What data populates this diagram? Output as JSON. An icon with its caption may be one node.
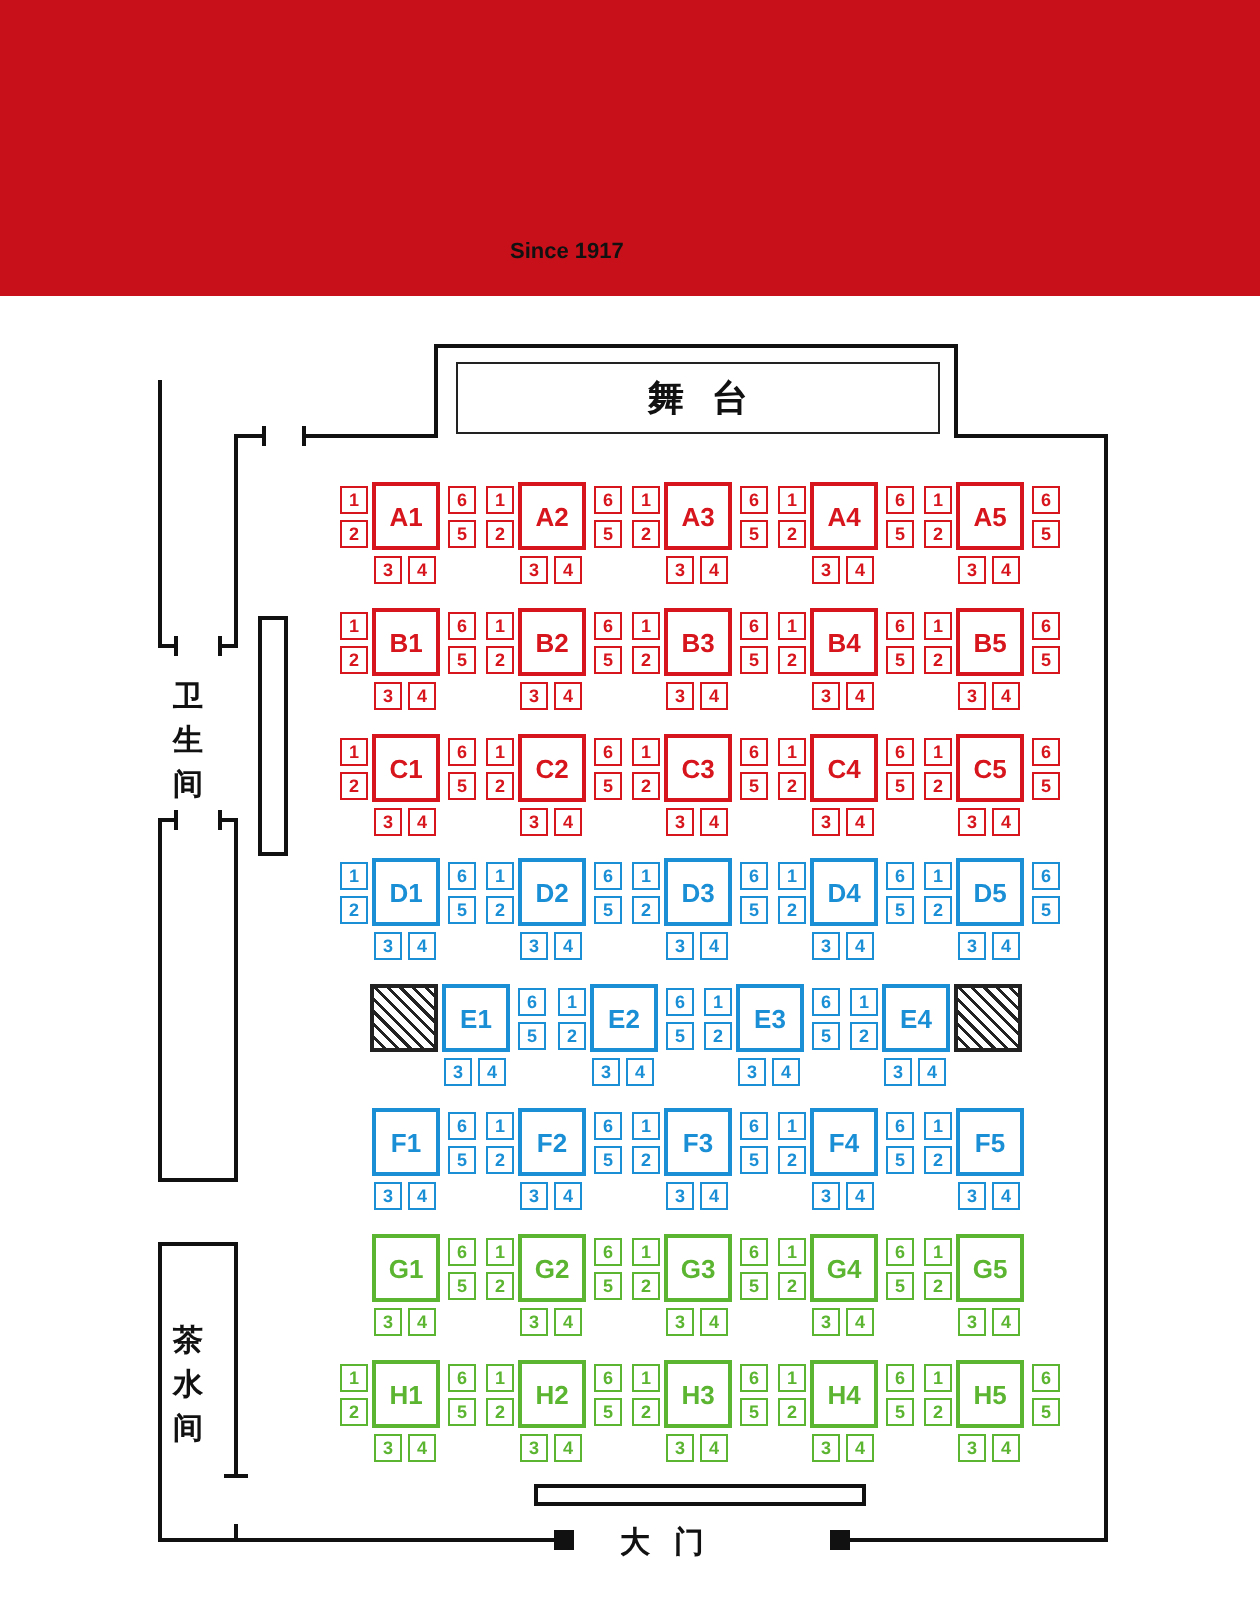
{
  "diagram": {
    "nodes": [
      {
        "text": [
          "舞台"
        ]
      },
      {
        "text": [
          "A1"
        ]
      },
      {
        "text": [
          "1"
        ]
      },
      {
        "text": [
          "2"
        ]
      },
      {
        "text": [
          "6"
        ]
      },
      {
        "text": [
          "5"
        ]
      },
      {
        "text": [
          "3"
        ]
      },
      {
        "text": [
          "4"
        ]
      },
      {
        "text": [
          "A2"
        ]
      },
      {
        "text": [
          "1"
        ]
      },
      {
        "text": [
          "2"
        ]
      },
      {
        "text": [
          "6"
        ]
      },
      {
        "text": [
          "5"
        ]
      },
      {
        "text": [
          "3"
        ]
      },
      {
        "text": [
          "4"
        ]
      },
      {
        "text": [
          "A3"
        ]
      },
      {
        "text": [
          "1"
        ]
      },
      {
        "text": [
          "2"
        ]
      },
      {
        "text": [
          "6"
        ]
      },
      {
        "text": [
          "5"
        ]
      },
      {
        "text": [
          "3"
        ]
      },
      {
        "text": [
          "4"
        ]
      },
      {
        "text": [
          "A4"
        ]
      },
      {
        "text": [
          "1"
        ]
      },
      {
        "text": [
          "2"
        ]
      },
      {
        "text": [
          "6"
        ]
      },
      {
        "text": [
          "5"
        ]
      },
      {
        "text": [
          "3"
        ]
      },
      {
        "text": [
          "4"
        ]
      },
      {
        "text": [
          "A5"
        ]
      },
      {
        "text": [
          "1"
        ]
      },
      {
        "text": [
          "2"
        ]
      },
      {
        "text": [
          "6"
        ]
      },
      {
        "text": [
          "5"
        ]
      },
      {
        "text": [
          "3"
        ]
      },
      {
        "text": [
          "4"
        ]
      },
      {
        "text": [
          "B1"
        ]
      },
      {
        "text": [
          "1"
        ]
      },
      {
        "text": [
          "2"
        ]
      },
      {
        "text": [
          "6"
        ]
      },
      {
        "text": [
          "5"
        ]
      },
      {
        "text": [
          "3"
        ]
      },
      {
        "text": [
          "4"
        ]
      },
      {
        "text": [
          "B2"
        ]
      },
      {
        "text": [
          "1"
        ]
      },
      {
        "text": [
          "2"
        ]
      },
      {
        "text": [
          "6"
        ]
      },
      {
        "text": [
          "5"
        ]
      },
      {
        "text": [
          "3"
        ]
      },
      {
        "text": [
          "4"
        ]
      },
      {
        "text": [
          "B3"
        ]
      },
      {
        "text": [
          "1"
        ]
      },
      {
        "text": [
          "2"
        ]
      },
      {
        "text": [
          "6"
        ]
      },
      {
        "text": [
          "5"
        ]
      },
      {
        "text": [
          "3"
        ]
      },
      {
        "text": [
          "4"
        ]
      },
      {
        "text": [
          "B4"
        ]
      },
      {
        "text": [
          "1"
        ]
      },
      {
        "text": [
          "2"
        ]
      },
      {
        "text": [
          "6"
        ]
      },
      {
        "text": [
          "5"
        ]
      },
      {
        "text": [
          "3"
        ]
      },
      {
        "text": [
          "4"
        ]
      },
      {
        "text": [
          "B5"
        ]
      },
      {
        "text": [
          "1"
        ]
      },
      {
        "text": [
          "2"
        ]
      },
      {
        "text": [
          "6"
        ]
      },
      {
        "text": [
          "5"
        ]
      },
      {
        "text": [
          "3"
        ]
      },
      {
        "text": [
          "4"
        ]
      },
      {
        "text": [
          "C1"
        ]
      },
      {
        "text": [
          "1"
        ]
      },
      {
        "text": [
          "2"
        ]
      },
      {
        "text": [
          "6"
        ]
      },
      {
        "text": [
          "5"
        ]
      },
      {
        "text": [
          "3"
        ]
      },
      {
        "text": [
          "4"
        ]
      },
      {
        "text": [
          "C2"
        ]
      },
      {
        "text": [
          "1"
        ]
      },
      {
        "text": [
          "2"
        ]
      },
      {
        "text": [
          "6"
        ]
      },
      {
        "text": [
          "5"
        ]
      },
      {
        "text": [
          "3"
        ]
      },
      {
        "text": [
          "4"
        ]
      },
      {
        "text": [
          "C3"
        ]
      },
      {
        "text": [
          "1"
        ]
      },
      {
        "text": [
          "2"
        ]
      },
      {
        "text": [
          "6"
        ]
      },
      {
        "text": [
          "5"
        ]
      },
      {
        "text": [
          "3"
        ]
      },
      {
        "text": [
          "4"
        ]
      },
      {
        "text": [
          "C4"
        ]
      },
      {
        "text": [
          "1"
        ]
      },
      {
        "text": [
          "2"
        ]
      },
      {
        "text": [
          "6"
        ]
      },
      {
        "text": [
          "5"
        ]
      },
      {
        "text": [
          "3"
        ]
      },
      {
        "text": [
          "4"
        ]
      },
      {
        "text": [
          "C5"
        ]
      },
      {
        "text": [
          "1"
        ]
      },
      {
        "text": [
          "2"
        ]
      },
      {
        "text": [
          "6"
        ]
      },
      {
        "text": [
          "5"
        ]
      },
      {
        "text": [
          "3"
        ]
      },
      {
        "text": [
          "4"
        ]
      },
      {
        "text": [
          "D1"
        ]
      },
      {
        "text": [
          "1"
        ]
      },
      {
        "text": [
          "2"
        ]
      },
      {
        "text": [
          "6"
        ]
      },
      {
        "text": [
          "5"
        ]
      },
      {
        "text": [
          "3"
        ]
      },
      {
        "text": [
          "4"
        ]
      },
      {
        "text": [
          "D2"
        ]
      },
      {
        "text": [
          "1"
        ]
      },
      {
        "text": [
          "2"
        ]
      },
      {
        "text": [
          "6"
        ]
      },
      {
        "text": [
          "5"
        ]
      },
      {
        "text": [
          "3"
        ]
      },
      {
        "text": [
          "4"
        ]
      },
      {
        "text": [
          "D3"
        ]
      },
      {
        "text": [
          "1"
        ]
      },
      {
        "text": [
          "2"
        ]
      },
      {
        "text": [
          "6"
        ]
      },
      {
        "text": [
          "5"
        ]
      },
      {
        "text": [
          "3"
        ]
      },
      {
        "text": [
          "4"
        ]
      },
      {
        "text": [
          "D4"
        ]
      },
      {
        "text": [
          "1"
        ]
      },
      {
        "text": [
          "2"
        ]
      },
      {
        "text": [
          "6"
        ]
      },
      {
        "text": [
          "5"
        ]
      },
      {
        "text": [
          "3"
        ]
      },
      {
        "text": [
          "4"
        ]
      },
      {
        "text": [
          "D5"
        ]
      },
      {
        "text": [
          "1"
        ]
      },
      {
        "text": [
          "2"
        ]
      },
      {
        "text": [
          "6"
        ]
      },
      {
        "text": [
          "5"
        ]
      },
      {
        "text": [
          "3"
        ]
      },
      {
        "text": [
          "4"
        ]
      },
      {
        "text": [],
        "shape": "box"
      },
      {
        "text": [
          "E1"
        ]
      },
      {
        "text": [
          "6"
        ]
      },
      {
        "text": [
          "5"
        ]
      },
      {
        "text": [
          "3"
        ]
      },
      {
        "text": [
          "4"
        ]
      },
      {
        "text": [
          "E2"
        ]
      },
      {
        "text": [
          "1"
        ]
      },
      {
        "text": [
          "2"
        ]
      },
      {
        "text": [
          "6"
        ]
      },
      {
        "text": [
          "5"
        ]
      },
      {
        "text": [
          "3"
        ]
      },
      {
        "text": [
          "4"
        ]
      },
      {
        "text": [
          "E3"
        ]
      },
      {
        "text": [
          "1"
        ]
      },
      {
        "text": [
          "2"
        ]
      },
      {
        "text": [
          "6"
        ]
      },
      {
        "text": [
          "5"
        ]
      },
      {
        "text": [
          "3"
        ]
      },
      {
        "text": [
          "4"
        ]
      },
      {
        "text": [
          "E4"
        ]
      },
      {
        "text": [
          "1"
        ]
      },
      {
        "text": [
          "2"
        ]
      },
      {
        "text": [
          "3"
        ]
      },
      {
        "text": [
          "4"
        ]
      },
      {
        "text": [],
        "shape": "box"
      },
      {
        "text": [
          "F1"
        ]
      },
      {
        "text": [
          "6"
        ]
      },
      {
        "text": [
          "5"
        ]
      },
      {
        "text": [
          "3"
        ]
      },
      {
        "text": [
          "4"
        ]
      },
      {
        "text": [
          "F2"
        ]
      },
      {
        "text": [
          "1"
        ]
      },
      {
        "text": [
          "2"
        ]
      },
      {
        "text": [
          "6"
        ]
      },
      {
        "text": [
          "5"
        ]
      },
      {
        "text": [
          "3"
        ]
      },
      {
        "text": [
          "4"
        ]
      },
      {
        "text": [
          "F3"
        ]
      },
      {
        "text": [
          "1"
        ]
      },
      {
        "text": [
          "2"
        ]
      },
      {
        "text": [
          "6"
        ]
      },
      {
        "text": [
          "5"
        ]
      },
      {
        "text": [
          "3"
        ]
      },
      {
        "text": [
          "4"
        ]
      },
      {
        "text": [
          "F4"
        ]
      },
      {
        "text": [
          "1"
        ]
      },
      {
        "text": [
          "2"
        ]
      },
      {
        "text": [
          "6"
        ]
      },
      {
        "text": [
          "5"
        ]
      },
      {
        "text": [
          "3"
        ]
      },
      {
        "text": [
          "4"
        ]
      },
      {
        "text": [
          "F5"
        ]
      },
      {
        "text": [
          "1"
        ]
      },
      {
        "text": [
          "2"
        ]
      },
      {
        "text": [
          "3"
        ]
      },
      {
        "text": [
          "4"
        ]
      },
      {
        "text": [
          "G1"
        ]
      },
      {
        "text": [
          "6"
        ]
      },
      {
        "text": [
          "5"
        ]
      },
      {
        "text": [
          "3"
        ]
      },
      {
        "text": [
          "4"
        ]
      },
      {
        "text": [
          "G2"
        ]
      },
      {
        "text": [
          "1"
        ]
      },
      {
        "text": [
          "2"
        ]
      },
      {
        "text": [
          "6"
        ]
      },
      {
        "text": [
          "5"
        ]
      },
      {
        "text": [
          "3"
        ]
      },
      {
        "text": [
          "4"
        ]
      },
      {
        "text": [
          "G3"
        ]
      },
      {
        "text": [
          "1"
        ]
      },
      {
        "text": [
          "2"
        ]
      },
      {
        "text": [
          "6"
        ]
      },
      {
        "text": [
          "5"
        ]
      },
      {
        "text": [
          "3"
        ]
      },
      {
        "text": [
          "4"
        ]
      },
      {
        "text": [
          "G4"
        ]
      },
      {
        "text": [
          "1"
        ]
      },
      {
        "text": [
          "2"
        ]
      },
      {
        "text": [
          "6"
        ]
      },
      {
        "text": [
          "5"
        ]
      },
      {
        "text": [
          "3"
        ]
      },
      {
        "text": [
          "4"
        ]
      },
      {
        "text": [
          "G5"
        ]
      },
      {
        "text": [
          "1"
        ]
      },
      {
        "text": [
          "2"
        ]
      },
      {
        "text": [
          "3"
        ]
      },
      {
        "text": [
          "4"
        ]
      },
      {
        "text": [
          "H1"
        ]
      },
      {
        "text": [
          "1"
        ]
      },
      {
        "text": [
          "2"
        ]
      },
      {
        "text": [
          "6"
        ]
      },
      {
        "text": [
          "5"
        ]
      },
      {
        "text": [
          "3"
        ]
      },
      {
        "text": [
          "4"
        ]
      },
      {
        "text": [
          "H2"
        ]
      },
      {
        "text": [
          "1"
        ]
      },
      {
        "text": [
          "2"
        ]
      },
      {
        "text": [
          "6"
        ]
      },
      {
        "text": [
          "5"
        ]
      },
      {
        "text": [
          "3"
        ]
      },
      {
        "text": [
          "4"
        ]
      },
      {
        "text": [
          "H3"
        ]
      },
      {
        "text": [
          "1"
        ]
      },
      {
        "text": [
          "2"
        ]
      },
      {
        "text": [
          "6"
        ]
      },
      {
        "text": [
          "5"
        ]
      },
      {
        "text": [
          "3"
        ]
      },
      {
        "text": [
          "4"
        ]
      },
      {
        "text": [
          "H4"
        ]
      },
      {
        "text": [
          "1"
        ]
      },
      {
        "text": [
          "2"
        ]
      },
      {
        "text": [
          "6"
        ]
      },
      {
        "text": [
          "5"
        ]
      },
      {
        "text": [
          "3"
        ]
      },
      {
        "text": [
          "4"
        ]
      },
      {
        "text": [
          "H5"
        ]
      },
      {
        "text": [
          "1"
        ]
      },
      {
        "text": [
          "2"
        ]
      },
      {
        "text": [
          "6"
        ]
      },
      {
        "text": [
          "5"
        ]
      },
      {
        "text": [
          "3"
        ]
      },
      {
        "text": [
          "4"
        ]
      }
    ],
    "edges": [],
    "labels": [
      "Since 1917",
      "卫生间",
      "茶水间",
      "大门"
    ]
  }
}
